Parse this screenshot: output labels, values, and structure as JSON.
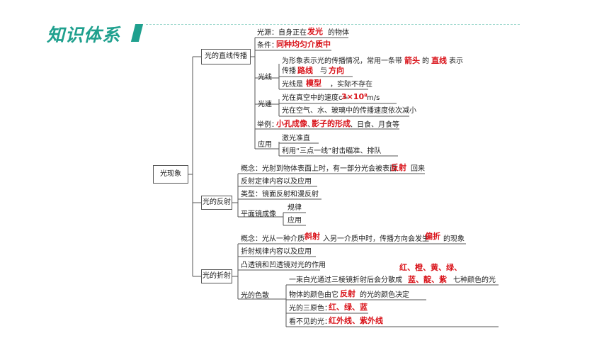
{
  "header": {
    "title": "知识体系"
  },
  "root": {
    "label": "光现象"
  },
  "branches": {
    "straight": {
      "label": "光的直线传播"
    },
    "reflection": {
      "label": "光的反射"
    },
    "refraction": {
      "label": "光的折射"
    }
  },
  "straight": {
    "source": {
      "prefix": "光源：自身正在",
      "answer": "发光",
      "suffix": "的物体"
    },
    "condition": {
      "prefix": "条件：",
      "answer": "同种均匀介质中"
    },
    "ray": {
      "label": "光线",
      "line1": {
        "prefix": "为形象表示光的传播情况，常用一条带",
        "answer1": "箭头",
        "mid": "的",
        "answer2": "直线",
        "suffix": "表示"
      },
      "line2": {
        "prefix": "传播",
        "answer1": "路线",
        "mid": "与",
        "answer2": "方向"
      },
      "line3": {
        "prefix": "光线是",
        "answer": "模型",
        "suffix": "，实际不存在"
      }
    },
    "speed": {
      "label": "光速",
      "line1": {
        "prefix": "光在真空中的速度c=",
        "answer": "3×10⁸",
        "suffix": "m/s"
      },
      "line2": "光在空气、水、玻璃中的传播速度依次减小"
    },
    "examples": {
      "prefix": "举例：",
      "answer1": "小孔成像",
      "sep": "、",
      "answer2": "影子的形成",
      "suffix": "、日食、月食等"
    },
    "application": {
      "label": "应用",
      "item1": "激光准直",
      "item2": "利用“三点一线”射击瞄准、排队"
    }
  },
  "reflection": {
    "concept": {
      "prefix": "概念：光射到物体表面上时，有一部分光会被表面",
      "answer": "反射",
      "suffix": "回来"
    },
    "law": "反射定律内容以及应用",
    "types": "类型：镜面反射和漫反射",
    "mirror": {
      "label": "平面镜成像",
      "item1": "规律",
      "item2": "应用"
    }
  },
  "refraction": {
    "concept": {
      "prefix": "概念：光从一种介质",
      "answer1": "斜射",
      "mid": "入另一介质中时，传播方向会发生",
      "answer2": "偏折",
      "suffix": "的现象"
    },
    "law": "折射规律内容以及应用",
    "lens": "凸透镜和凹透镜对光的作用",
    "dispersion": {
      "label": "光的色散",
      "line1": {
        "prefix": "一束白光通过三棱镜折射后会分散成",
        "answer_top": "红、橙、黄、绿、",
        "answer_bottom": "蓝、靛、紫",
        "suffix": "七种颜色的光"
      },
      "line2": {
        "prefix": "物体的颜色由它",
        "answer": "反射",
        "suffix": "的光的颜色决定"
      },
      "line3": {
        "prefix": "光的三原色：",
        "answer": "红、绿、蓝"
      },
      "line4": {
        "prefix": "看不见的光：",
        "answer": "红外线、紫外线"
      }
    }
  }
}
